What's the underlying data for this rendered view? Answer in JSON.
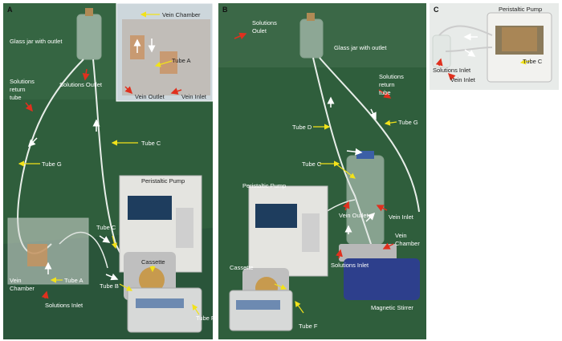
{
  "panel_a": {
    "letter": "A",
    "labels": {
      "glass_jar": "Glass jar with outlet",
      "vein_chamber_inset": "Vein Chamber",
      "tube_a_inset": "Tube A",
      "vein_outlet_inset": "Vein Outlet",
      "vein_inlet_inset": "Vein Inlet",
      "solutions_return_1": "Solutions",
      "solutions_return_2": "return",
      "solutions_return_3": "tube",
      "solutions_outlet": "Solutions Outlet",
      "tube_c_top": "Tube C",
      "tube_g": "Tube G",
      "peristaltic_pump": "Peristaltic Pump",
      "tube_c_side": "Tube C",
      "cassette": "Cassette",
      "tube_a": "Tube A",
      "tube_b": "Tube B",
      "tube_f": "Tube F",
      "vein_chamber_1": "Vein",
      "vein_chamber_2": "Chamber",
      "solutions_inlet": "Solutions Inlet"
    }
  },
  "panel_b": {
    "letter": "B",
    "labels": {
      "solutions_outlet_1": "Solutions",
      "solutions_outlet_2": "Oulet",
      "glass_jar": "Glass jar with outlet",
      "solutions_return_1": "Solutions",
      "solutions_return_2": "return",
      "solutions_return_3": "tube",
      "tube_d": "Tube D",
      "tube_g": "Tube G",
      "tube_c": "Tube C",
      "peristaltic_pump": "Peristaltic Pump",
      "vein_outlet": "Vein Outlet",
      "vein_inlet": "Vein Inlet",
      "vein_chamber_1": "Vein",
      "vein_chamber_2": "Chamber",
      "solutions_inlet": "Solutions Inlet",
      "cassette": "Cassette",
      "magnetic_stirrer": "Magnetic Stirrer",
      "tube_f": "Tube F"
    }
  },
  "panel_c": {
    "letter": "C",
    "labels": {
      "peristaltic_pump": "Peristaltic Pump",
      "tube_c": "Tube C",
      "solutions_inlet": "Solutions Inlet",
      "vein_inlet": "Vein Inlet"
    }
  },
  "colors": {
    "background_green": "#2f5e3c",
    "arrow_red": "#e0301e",
    "arrow_yellow": "#f2e21a",
    "arrow_white": "#ffffff"
  }
}
